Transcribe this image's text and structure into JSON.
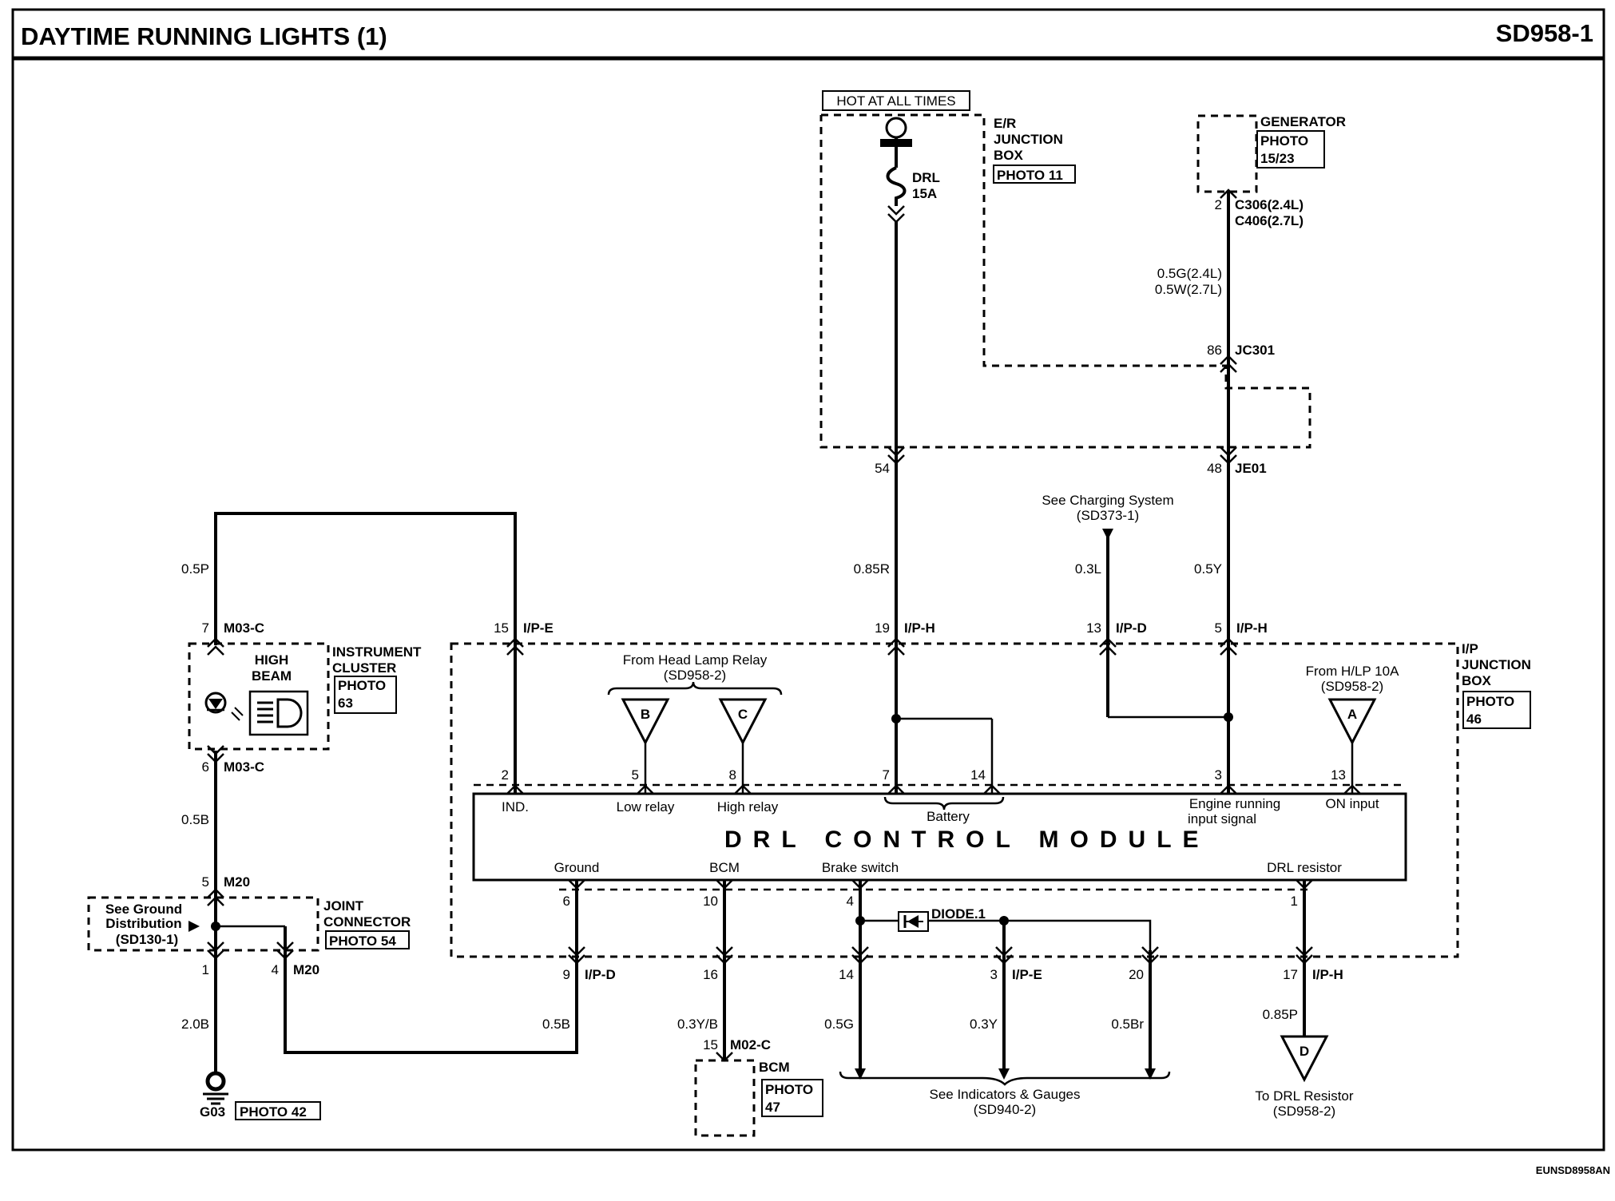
{
  "header": {
    "title": "DAYTIME RUNNING LIGHTS (1)",
    "code": "SD958-1"
  },
  "footer_code": "EUNSD8958AN",
  "module": {
    "title": "DRL CONTROL MODULE",
    "pins_top": {
      "ind": "IND.",
      "low": "Low relay",
      "high": "High relay",
      "battery": "Battery",
      "engine1": "Engine running",
      "engine2": "input signal",
      "on": "ON input"
    },
    "pins_bottom": {
      "ground": "Ground",
      "bcm": "BCM",
      "brake": "Brake switch",
      "resistor": "DRL resistor"
    }
  },
  "power": {
    "hot": "HOT AT ALL TIMES",
    "fuse": "DRL",
    "fuse_rating": "15A",
    "er_box": [
      "E/R",
      "JUNCTION",
      "BOX"
    ],
    "er_photo": "PHOTO 11",
    "generator": "GENERATOR",
    "gen_photo": [
      "PHOTO",
      "15/23"
    ],
    "gen_pin": "2",
    "c306": "C306(2.4L)",
    "c406": "C406(2.7L)",
    "gen_wire1": "0.5G(2.4L)",
    "gen_wire2": "0.5W(2.7L)",
    "jc301_pin": "86",
    "jc301": "JC301",
    "je01_pin54": "54",
    "je01_pin48": "48",
    "je01": "JE01"
  },
  "charging": {
    "line1": "See Charging System",
    "line2": "(SD373-1)"
  },
  "ip_box": {
    "label": [
      "I/P",
      "JUNCTION",
      "BOX"
    ],
    "photo": [
      "PHOTO",
      "46"
    ]
  },
  "wires": {
    "w05p": "0.5P",
    "w085r": "0.85R",
    "w03l": "0.3L",
    "w05y": "0.5Y",
    "w05b_a": "0.5B",
    "w20b": "2.0B",
    "w05b_b": "0.5B",
    "w03yb": "0.3Y/B",
    "w05g": "0.5G",
    "w03y": "0.3Y",
    "w05br": "0.5Br",
    "w085p": "0.85P"
  },
  "connectors": {
    "pin7": "7",
    "m03c_top": "M03-C",
    "pin15": "15",
    "ipe": "I/P-E",
    "pin19": "19",
    "iph": "I/P-H",
    "pin13": "13",
    "ipd": "I/P-D",
    "pin5": "5",
    "iph2": "I/P-H",
    "pin6": "6",
    "m03c_bot": "M03-C",
    "m20_pin5": "5",
    "m20": "M20",
    "m20_pin1": "1",
    "m20_pin4": "4",
    "m20b": "M20",
    "mod_pin2": "2",
    "mod_pin5": "5",
    "mod_pin8": "8",
    "mod_pin7": "7",
    "mod_pin14": "14",
    "mod_pin3": "3",
    "mod_pin13": "13",
    "mod_pin6": "6",
    "mod_pin10": "10",
    "mod_pin4": "4",
    "mod_pin1": "1",
    "ipd_pin9": "9",
    "ipd_b": "I/P-D",
    "pin16": "16",
    "pin14b": "14",
    "pin3b": "3",
    "ipe_b": "I/P-E",
    "pin20": "20",
    "pin17": "17",
    "iph_b": "I/P-H",
    "m02c_pin": "15",
    "m02c": "M02-C"
  },
  "cluster": {
    "label": [
      "INSTRUMENT",
      "CLUSTER"
    ],
    "photo": [
      "PHOTO",
      "63"
    ],
    "lamp": [
      "HIGH",
      "BEAM"
    ]
  },
  "joint": {
    "label": [
      "JOINT",
      "CONNECTOR"
    ],
    "photo": "PHOTO 54",
    "see": [
      "See Ground",
      "Distribution",
      "(SD130-1)"
    ]
  },
  "ground": {
    "name": "G03",
    "photo": "PHOTO 42"
  },
  "bcm": {
    "label": "BCM",
    "photo": [
      "PHOTO",
      "47"
    ]
  },
  "diode": "DIODE.1",
  "headlamp": {
    "line1": "From Head Lamp Relay",
    "line2": "(SD958-2)"
  },
  "hlp": {
    "line1": "From H/LP 10A",
    "line2": "(SD958-2)"
  },
  "indicators": {
    "line1": "See Indicators & Gauges",
    "line2": "(SD940-2)"
  },
  "drl_resistor": {
    "line1": "To DRL Resistor",
    "line2": "(SD958-2)"
  },
  "refs": {
    "b": "B",
    "c": "C",
    "a": "A",
    "d": "D"
  }
}
